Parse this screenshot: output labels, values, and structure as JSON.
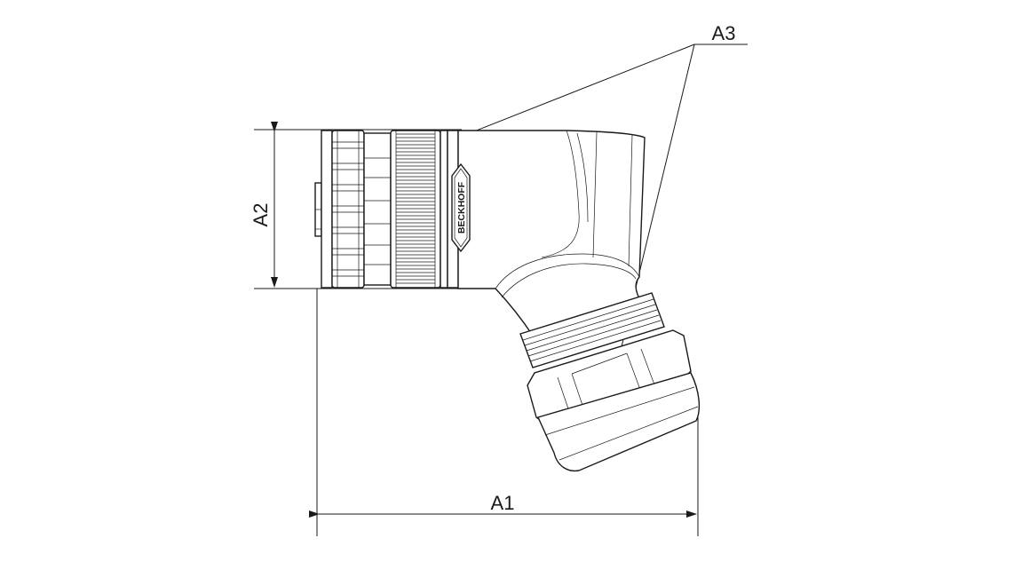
{
  "dimensions": {
    "a1_label": "A1",
    "a2_label": "A2",
    "a3_label": "A3"
  },
  "logo": {
    "text": "BECKHOFF"
  },
  "colors": {
    "line": "#1a1a1a",
    "background": "#ffffff"
  }
}
